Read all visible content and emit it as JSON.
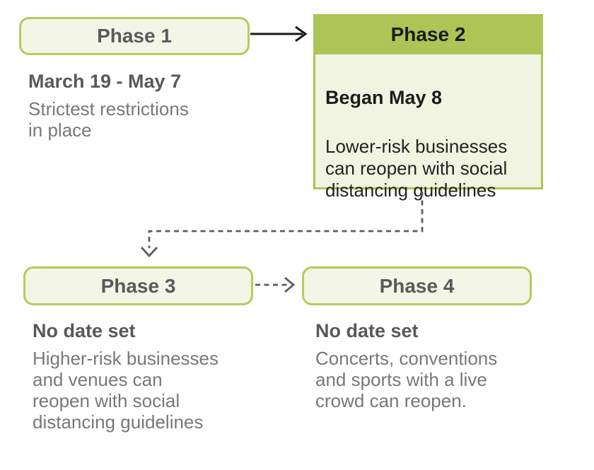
{
  "colors": {
    "accent_green": "#aec456",
    "outline_green": "#b7ca5f",
    "light_fill": "#f3f5e6",
    "card_fill": "#f2f4e2",
    "title_gray": "#595a5c",
    "heading_gray": "#58595b",
    "body_gray": "#77787b",
    "dark_text": "#1c1c1c",
    "connector_gray": "#5e5e5e",
    "arrow_black": "#1a1a1a"
  },
  "phases": [
    {
      "title": "Phase 1",
      "heading": "March 19 - May 7",
      "body": "Strictest restrictions\nin place"
    },
    {
      "title": "Phase 2",
      "heading": "Began May 8",
      "body": "Lower-risk businesses\ncan reopen with social\ndistancing guidelines"
    },
    {
      "title": "Phase 3",
      "heading": "No date set",
      "body": "Higher-risk businesses\nand venues can\nreopen with social\ndistancing guidelines"
    },
    {
      "title": "Phase 4",
      "heading": "No date set",
      "body": "Concerts, conventions\nand sports with a live\ncrowd can reopen."
    }
  ]
}
